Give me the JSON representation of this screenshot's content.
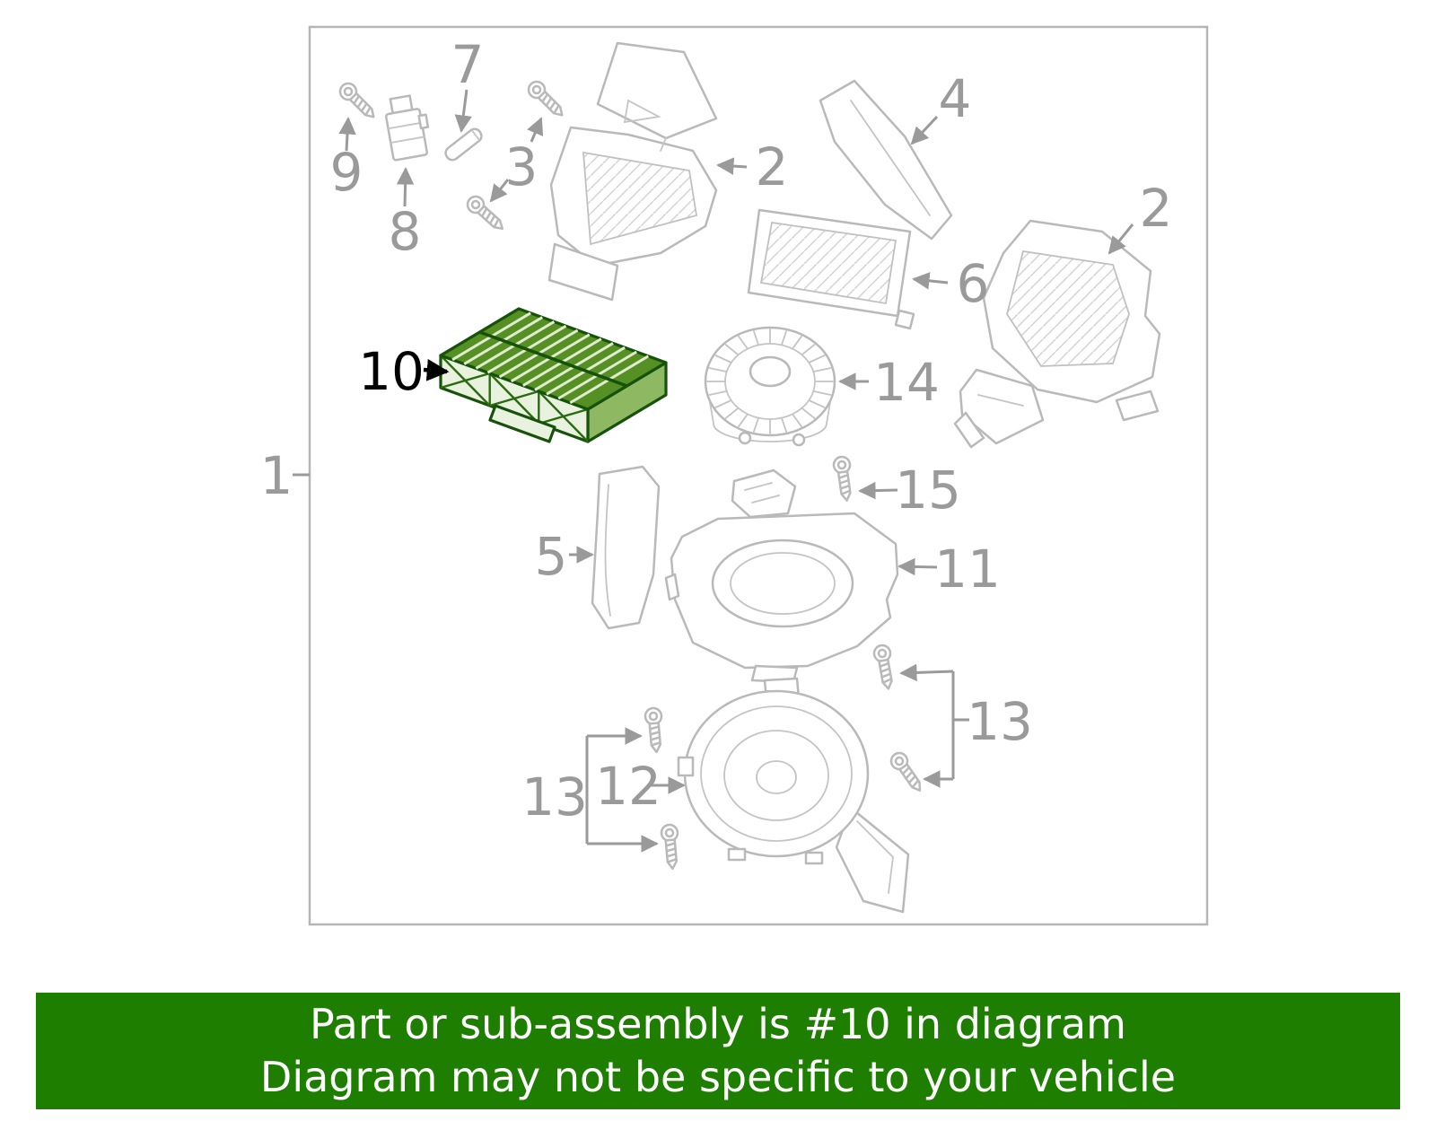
{
  "banner": {
    "line1": "Part or sub-assembly is #10 in diagram",
    "line2": "Diagram may not be specific to your vehicle",
    "bg_color": "#1e7e00",
    "text_color": "#ffffff"
  },
  "diagram": {
    "frame_color": "#b5b5b5",
    "part_line_color": "#b9b9b9",
    "label_color": "#9a9a9a",
    "highlight": {
      "part_number": "10",
      "outline_color": "#16520a",
      "fill_color": "#568f23",
      "accent_color": "#e9f1df"
    }
  },
  "labels": [
    {
      "part": "7",
      "text": "7"
    },
    {
      "part": "9",
      "text": "9"
    },
    {
      "part": "3",
      "text": "3"
    },
    {
      "part": "8",
      "text": "8"
    },
    {
      "part": "2",
      "text": "2"
    },
    {
      "part": "4",
      "text": "4"
    },
    {
      "part": "2",
      "text": "2"
    },
    {
      "part": "6",
      "text": "6"
    },
    {
      "part": "14",
      "text": "14"
    },
    {
      "part": "10",
      "text": "10",
      "highlighted": true
    },
    {
      "part": "1",
      "text": "1"
    },
    {
      "part": "15",
      "text": "15"
    },
    {
      "part": "5",
      "text": "5"
    },
    {
      "part": "11",
      "text": "11"
    },
    {
      "part": "13",
      "text": "13"
    },
    {
      "part": "12",
      "text": "12"
    },
    {
      "part": "13",
      "text": "13"
    }
  ]
}
